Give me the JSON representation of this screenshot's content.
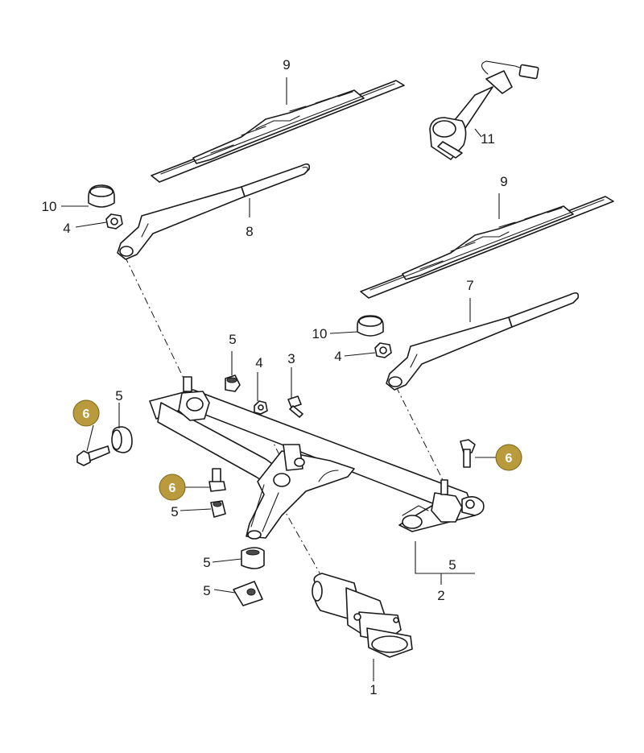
{
  "colors": {
    "badge_fill": "#b99a3c",
    "line": "#1a1a1a",
    "background": "#ffffff"
  },
  "callouts": {
    "blade_left": "9",
    "blade_right": "9",
    "sensor": "11",
    "cap_left": "10",
    "cap_right": "10",
    "nut_left": "4",
    "nut_right": "4",
    "nut_center": "4",
    "arm_left": "8",
    "arm_right": "7",
    "bushing_top": "5",
    "grommet_left": "5",
    "bolt_center": "3",
    "washer_mid": "5",
    "spacer_bottom": "5",
    "clip_bottom": "5",
    "linkage_right": "5",
    "linkage_assembly": "2",
    "motor": "1"
  },
  "badges": {
    "bolt_left": "6",
    "bolt_mid": "6",
    "bolt_right": "6"
  }
}
